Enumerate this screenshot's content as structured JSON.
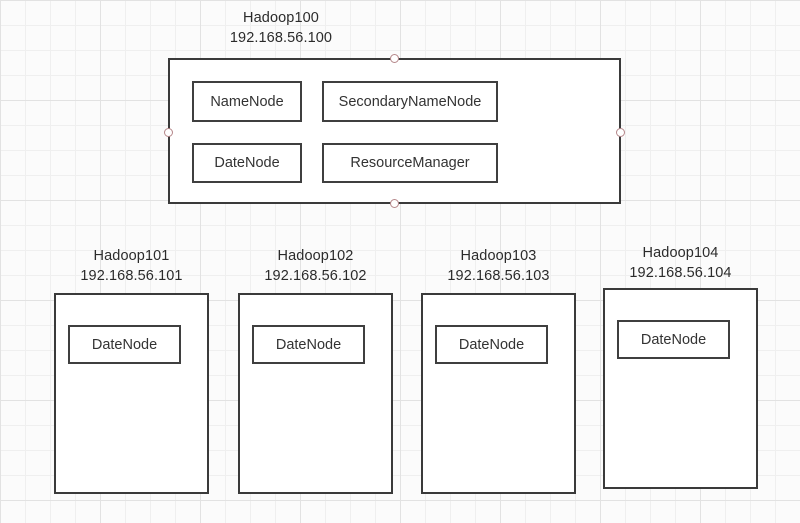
{
  "diagram": {
    "title": "Hadoop100",
    "master": {
      "caption_name": "Hadoop100",
      "caption_ip": "192.168.56.100",
      "nodes": [
        {
          "label": "NameNode"
        },
        {
          "label": "SecondaryNameNode"
        },
        {
          "label": "DateNode"
        },
        {
          "label": "ResourceManager"
        }
      ]
    },
    "workers": [
      {
        "caption_name": "Hadoop101",
        "caption_ip": "192.168.56.101",
        "node_label": "DateNode"
      },
      {
        "caption_name": "Hadoop102",
        "caption_ip": "192.168.56.102",
        "node_label": "DateNode"
      },
      {
        "caption_name": "Hadoop103",
        "caption_ip": "192.168.56.103",
        "node_label": "DateNode"
      },
      {
        "caption_name": "Hadoop104",
        "caption_ip": "192.168.56.104",
        "node_label": "DateNode"
      }
    ],
    "colors": {
      "canvas_background": "#fbfbfb",
      "grid_minor": "#efefef",
      "grid_major": "#e2e2e2",
      "box_border": "#3a3a3a",
      "box_fill": "#ffffff",
      "text": "#333333",
      "handle_stroke": "#b5878a"
    }
  }
}
